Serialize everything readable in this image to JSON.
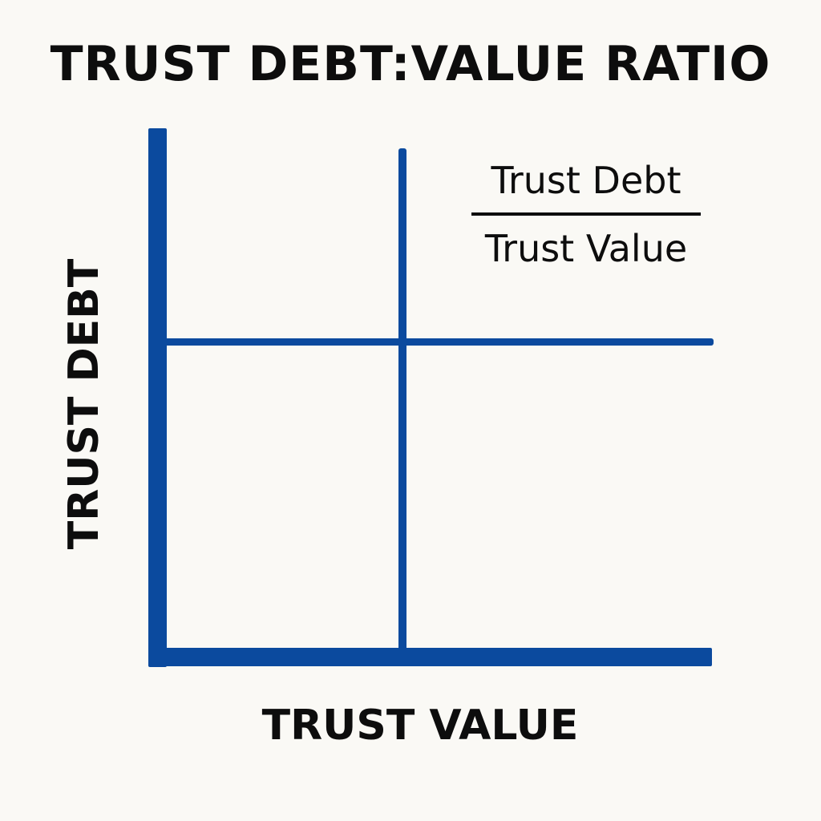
{
  "title": "TRUST DEBT:VALUE RATIO",
  "axes": {
    "y_label": "TRUST DEBT",
    "x_label": "TRUST VALUE"
  },
  "ratio_formula": {
    "numerator": "Trust Debt",
    "denominator": "Trust Value"
  },
  "colors": {
    "axis": "#0b4a9e",
    "text": "#0d0d0d",
    "background": "#faf9f5"
  }
}
